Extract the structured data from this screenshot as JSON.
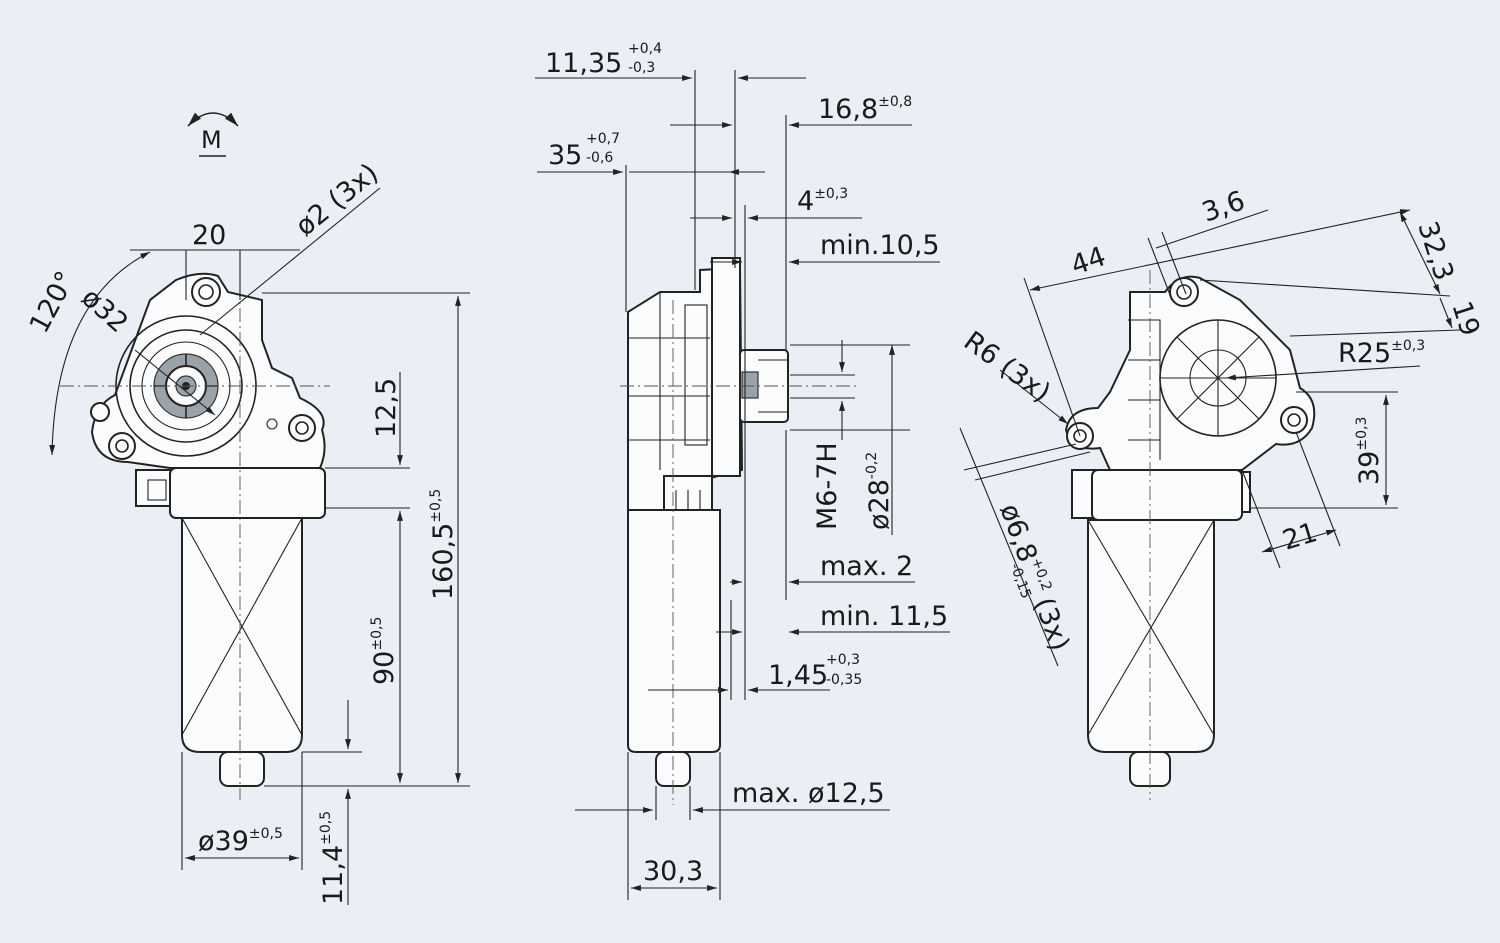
{
  "rotation_symbol": "M",
  "front_view": {
    "angle": "120°",
    "bore_diameter": "ø32",
    "width_20": "20",
    "hole_label": "ø2 (3x)",
    "dim_12_5": "12,5",
    "length_total": "160,5",
    "length_total_tol": "±0,5",
    "motor_length": "90",
    "motor_length_tol": "±0,5",
    "motor_diameter": "ø39",
    "motor_diameter_tol": "±0,5",
    "end_cap": "11,4",
    "end_cap_tol": "±0,5"
  },
  "side_view": {
    "d_11_35": "11,35",
    "d_11_35_tol_upper": "+0,4",
    "d_11_35_tol_lower": "-0,3",
    "d_16_8": "16,8",
    "d_16_8_tol": "±0,8",
    "d_35": "35",
    "d_35_tol_upper": "+0,7",
    "d_35_tol_lower": "-0,6",
    "d_4": "4",
    "d_4_tol": "±0,3",
    "min_10_5": "min.10,5",
    "thread": "M6-7H",
    "shaft_diameter": "ø28",
    "shaft_diameter_tol": "-0,2",
    "max_2": "max. 2",
    "min_11_5": "min. 11,5",
    "d_1_45": "1,45",
    "d_1_45_tol_upper": "+0,3",
    "d_1_45_tol_lower": "-0,35",
    "max_dia": "max. ø12,5",
    "width_30_3": "30,3"
  },
  "rear_view": {
    "d_3_6": "3,6",
    "d_44": "44",
    "d_32_3": "32,3",
    "d_19": "19",
    "radius_6": "R6 (3x)",
    "radius_25": "R25",
    "radius_25_tol": "±0,3",
    "d_39": "39",
    "d_39_tol": "±0,3",
    "d_21": "21",
    "hole_dia": "ø6,8",
    "hole_dia_tol_upper": "+0,2",
    "hole_dia_tol_lower": "-0,15",
    "hole_count": "(3x)"
  },
  "colors": {
    "background": "#e9eff5",
    "line": "#222222",
    "body": "#fbfcfd"
  }
}
